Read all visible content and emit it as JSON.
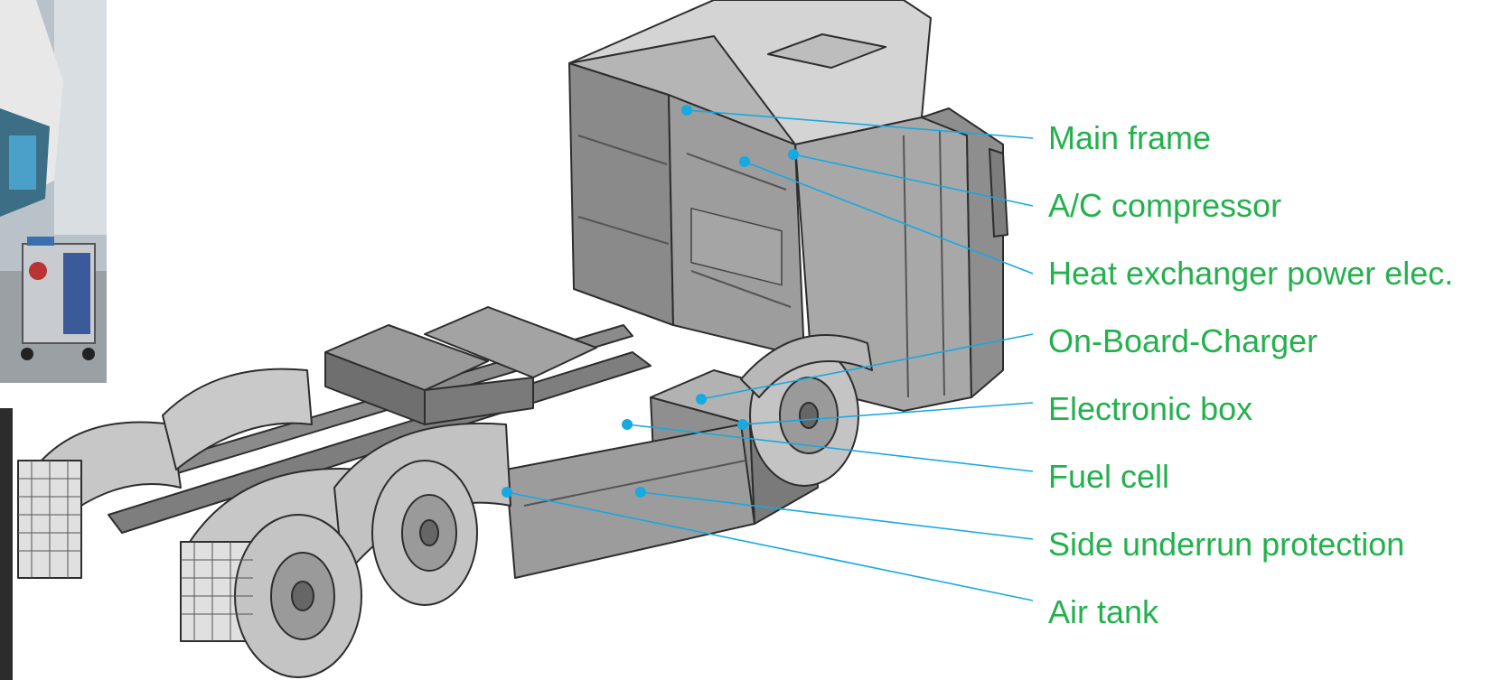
{
  "colors": {
    "label_text": "#23b14d",
    "leader_line": "#17a9e1",
    "truck_body": "#9b9b9b",
    "truck_dark": "#6e6e6e",
    "truck_light": "#c9c9c9",
    "outline": "#2d2d2d"
  },
  "labels": [
    {
      "id": "main-frame",
      "text": "Main frame"
    },
    {
      "id": "ac-compressor",
      "text": "A/C compressor"
    },
    {
      "id": "heat-exchanger",
      "text": "Heat exchanger power elec."
    },
    {
      "id": "on-board-charger",
      "text": "On-Board-Charger"
    },
    {
      "id": "electronic-box",
      "text": "Electronic box"
    },
    {
      "id": "fuel-cell",
      "text": "Fuel cell"
    },
    {
      "id": "side-underrun",
      "text": "Side underrun protection"
    },
    {
      "id": "air-tank",
      "text": "Air tank"
    }
  ]
}
